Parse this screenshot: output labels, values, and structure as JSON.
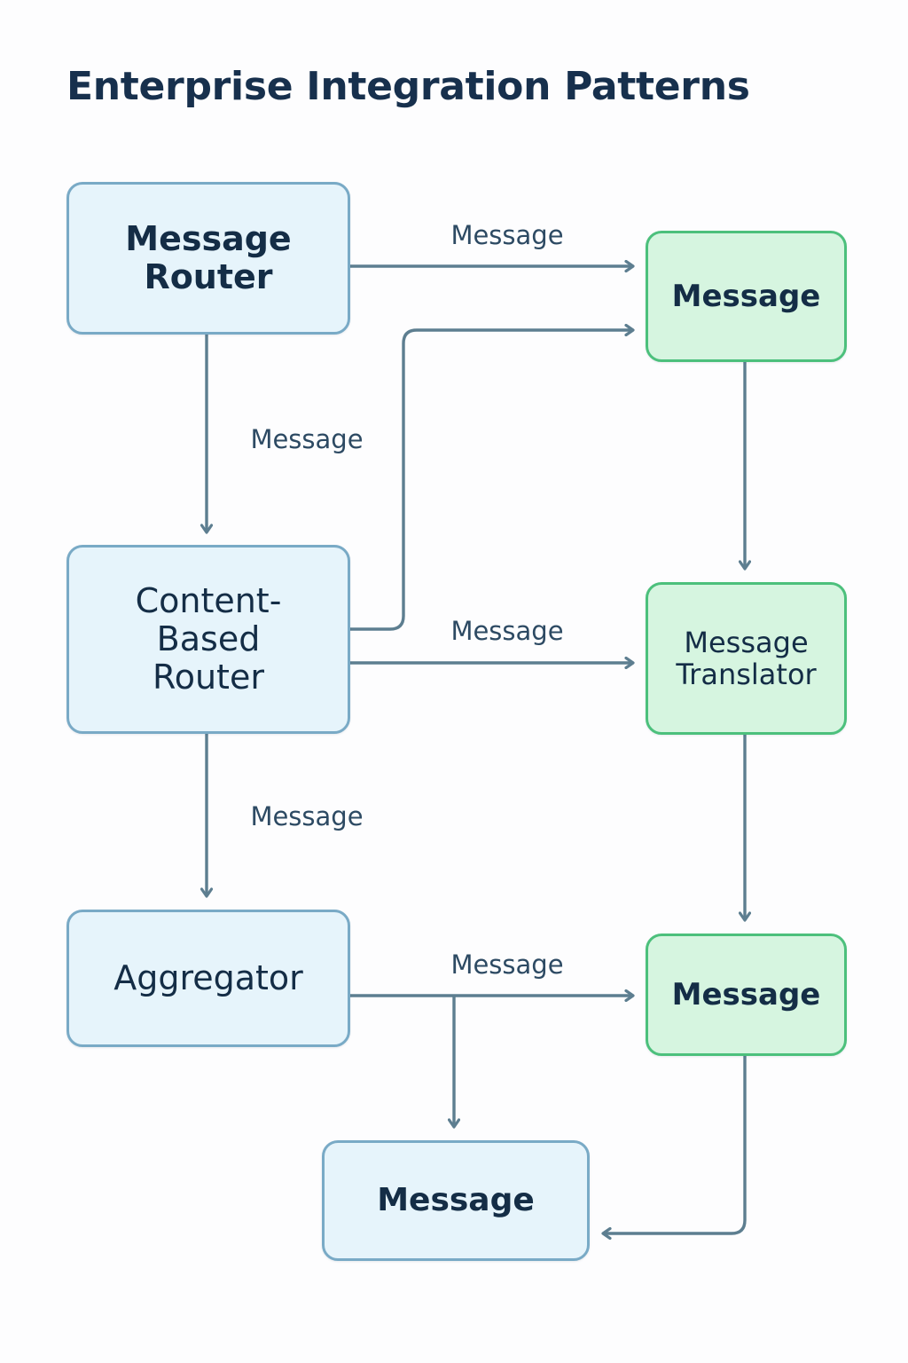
{
  "title": "Enterprise Integration Patterns",
  "colors": {
    "background": "#fdfdfe",
    "title_text": "#17304d",
    "node_text": "#142d46",
    "blue_fill": "#e6f4fb",
    "blue_stroke": "#79aac6",
    "green_fill": "#d6f5e0",
    "green_stroke": "#4cc07c",
    "edge_stroke": "#5d7e90",
    "edge_label_text": "#2d4a63"
  },
  "nodes": [
    {
      "id": "message-router",
      "label": "Message\nRouter",
      "line1": "Message",
      "line2": "Router",
      "kind": "blue"
    },
    {
      "id": "message-1",
      "label": "Message",
      "line1": "Message",
      "line2": "",
      "kind": "green"
    },
    {
      "id": "content-based-router",
      "label": "Content-\nBased\nRouter",
      "line1": "Content-",
      "line2": "Based",
      "line3": "Router",
      "kind": "blue"
    },
    {
      "id": "message-translator",
      "label": "Message\nTranslator",
      "line1": "Message",
      "line2": "Translator",
      "kind": "green"
    },
    {
      "id": "aggregator",
      "label": "Aggregator",
      "line1": "Aggregator",
      "line2": "",
      "kind": "blue"
    },
    {
      "id": "message-2",
      "label": "Message",
      "line1": "Message",
      "line2": "",
      "kind": "green"
    },
    {
      "id": "message-3",
      "label": "Message",
      "line1": "Message",
      "line2": "",
      "kind": "blue"
    }
  ],
  "edges": [
    {
      "id": "e1",
      "from": "message-router",
      "to": "message-1",
      "label": "Message"
    },
    {
      "id": "e2",
      "from": "message-router",
      "to": "content-based-router",
      "label": "Message"
    },
    {
      "id": "e3",
      "from": "content-based-router",
      "to": "message-1",
      "label": ""
    },
    {
      "id": "e4",
      "from": "content-based-router",
      "to": "message-translator",
      "label": "Message"
    },
    {
      "id": "e5",
      "from": "content-based-router",
      "to": "aggregator",
      "label": "Message"
    },
    {
      "id": "e6",
      "from": "message-1",
      "to": "message-translator",
      "label": ""
    },
    {
      "id": "e7",
      "from": "message-translator",
      "to": "message-2",
      "label": ""
    },
    {
      "id": "e8",
      "from": "aggregator",
      "to": "message-2",
      "label": "Message"
    },
    {
      "id": "e9",
      "from": "aggregator",
      "to": "message-3",
      "label": ""
    },
    {
      "id": "e10",
      "from": "message-2",
      "to": "message-3",
      "label": ""
    }
  ],
  "edge_labels": {
    "e1": "Message",
    "e2": "Message",
    "e4": "Message",
    "e5": "Message",
    "e8": "Message"
  }
}
